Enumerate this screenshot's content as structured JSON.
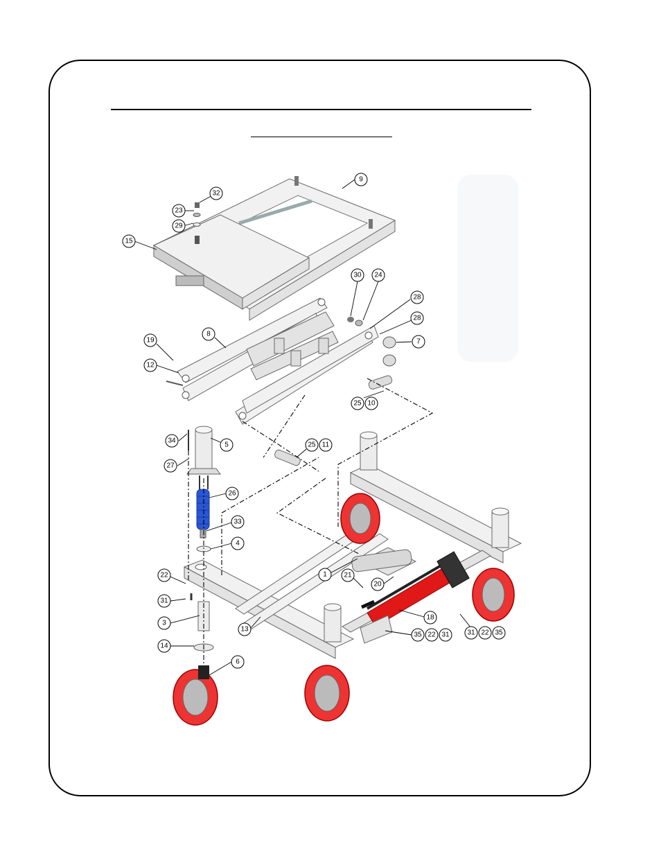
{
  "labels": [
    "32",
    "23",
    "29",
    "15",
    "9",
    "30",
    "24",
    "28",
    "28",
    "7",
    "19",
    "8",
    "12",
    "25",
    "10",
    "34",
    "5",
    "27",
    "25",
    "11",
    "26",
    "33",
    "4",
    "22",
    "31",
    "3",
    "14",
    "6",
    "13",
    "1",
    "21",
    "20",
    "18",
    "35",
    "22",
    "31",
    "31",
    "22",
    "35"
  ]
}
